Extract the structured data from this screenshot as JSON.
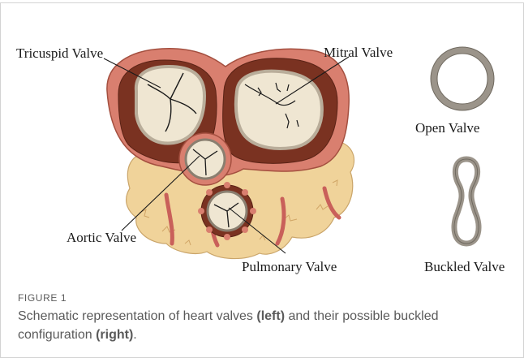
{
  "diagram": {
    "labels": {
      "tricuspid": "Tricuspid Valve",
      "mitral": "Mitral Valve",
      "aortic": "Aortic Valve",
      "pulmonary": "Pulmonary Valve",
      "open": "Open Valve",
      "buckled": "Buckled Valve"
    },
    "colors": {
      "heart_outer": "#d97f6f",
      "heart_dark": "#7a3221",
      "valve_fill": "#efe6d2",
      "fat": "#f0d39a",
      "ring": "#9b948a"
    }
  },
  "caption": {
    "figure_label": "FIGURE 1",
    "part1": "Schematic representation of heart valves ",
    "bold1": "(left)",
    "part2": " and their possible buckled configuration ",
    "bold2": "(right)",
    "part3": "."
  }
}
